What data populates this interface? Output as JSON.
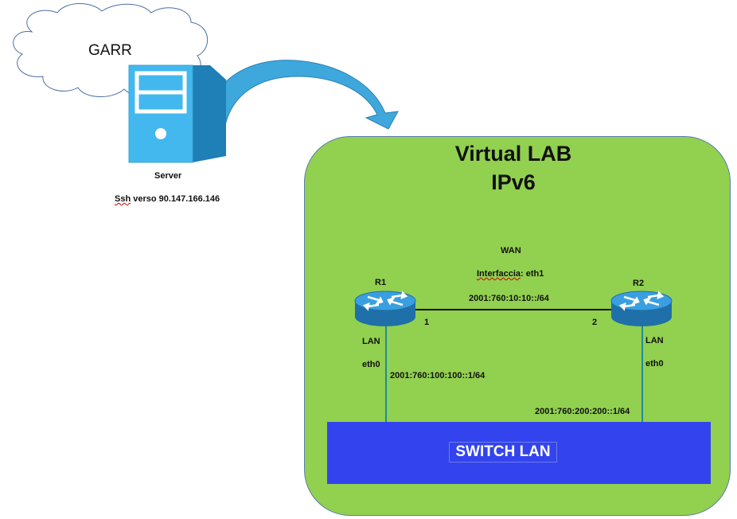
{
  "cloud": {
    "label": "GARR"
  },
  "server": {
    "label": "Server",
    "ssh_prefix": "Ssh",
    "ssh_rest": " verso 90.147.166.146"
  },
  "lab": {
    "title_line1": "Virtual LAB",
    "title_line2": "IPv6"
  },
  "wan": {
    "label": "WAN",
    "interface_prefix": "Interfaccia",
    "interface_rest": ": eth1",
    "subnet": "2001:760:10:10::/64"
  },
  "routers": [
    {
      "name": "R1",
      "wan_port": "1",
      "lan_label": "LAN",
      "lan_if": "eth0",
      "lan_addr": "2001:760:100:100::1/64"
    },
    {
      "name": "R2",
      "wan_port": "2",
      "lan_label": "LAN",
      "lan_if": "eth0",
      "lan_addr": "2001:760:200:200::1/64"
    }
  ],
  "switch": {
    "label": "SWITCH LAN"
  },
  "colors": {
    "lab_background": "#92d050",
    "switch": "#3344ee",
    "server": "#43b8ee",
    "router": "#2f8fce",
    "arrow": "#3ea8dd"
  }
}
